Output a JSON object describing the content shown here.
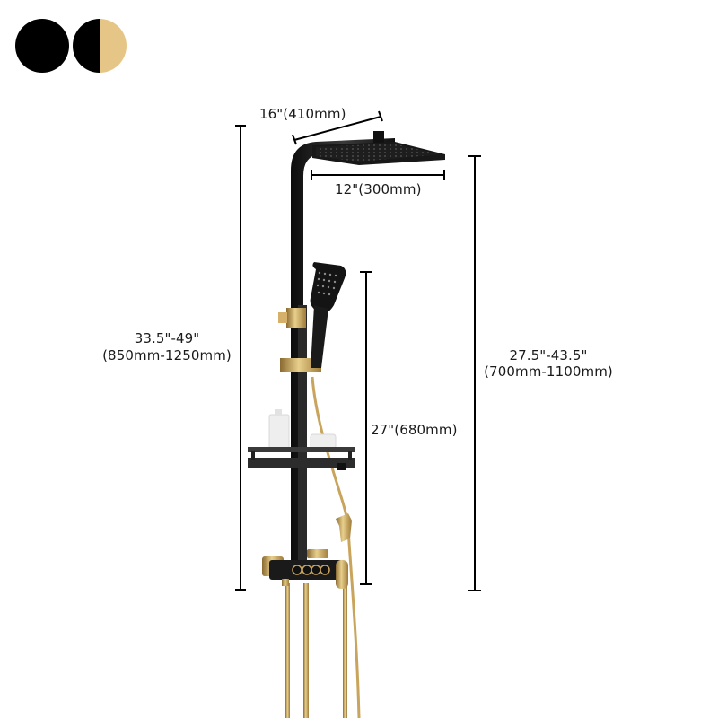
{
  "color_options": [
    {
      "name": "black",
      "colors": [
        "#000000",
        "#000000"
      ]
    },
    {
      "name": "black-gold",
      "colors": [
        "#000000",
        "#e6c687"
      ]
    }
  ],
  "dimensions": {
    "shower_arm_length": "16\"(410mm)",
    "rain_head_width": "12\"(300mm)",
    "overall_height_line1": "33.5\"-49\"",
    "overall_height_line2": "(850mm-1250mm)",
    "adjustable_height_line1": "27.5\"-43.5\"",
    "adjustable_height_line2": "(700mm-1100mm)",
    "slide_bar_height": "27\"(680mm)"
  },
  "colors": {
    "matte_black": "#1c1c1c",
    "gold": "#c9a45c",
    "dimension_line": "#000000"
  }
}
